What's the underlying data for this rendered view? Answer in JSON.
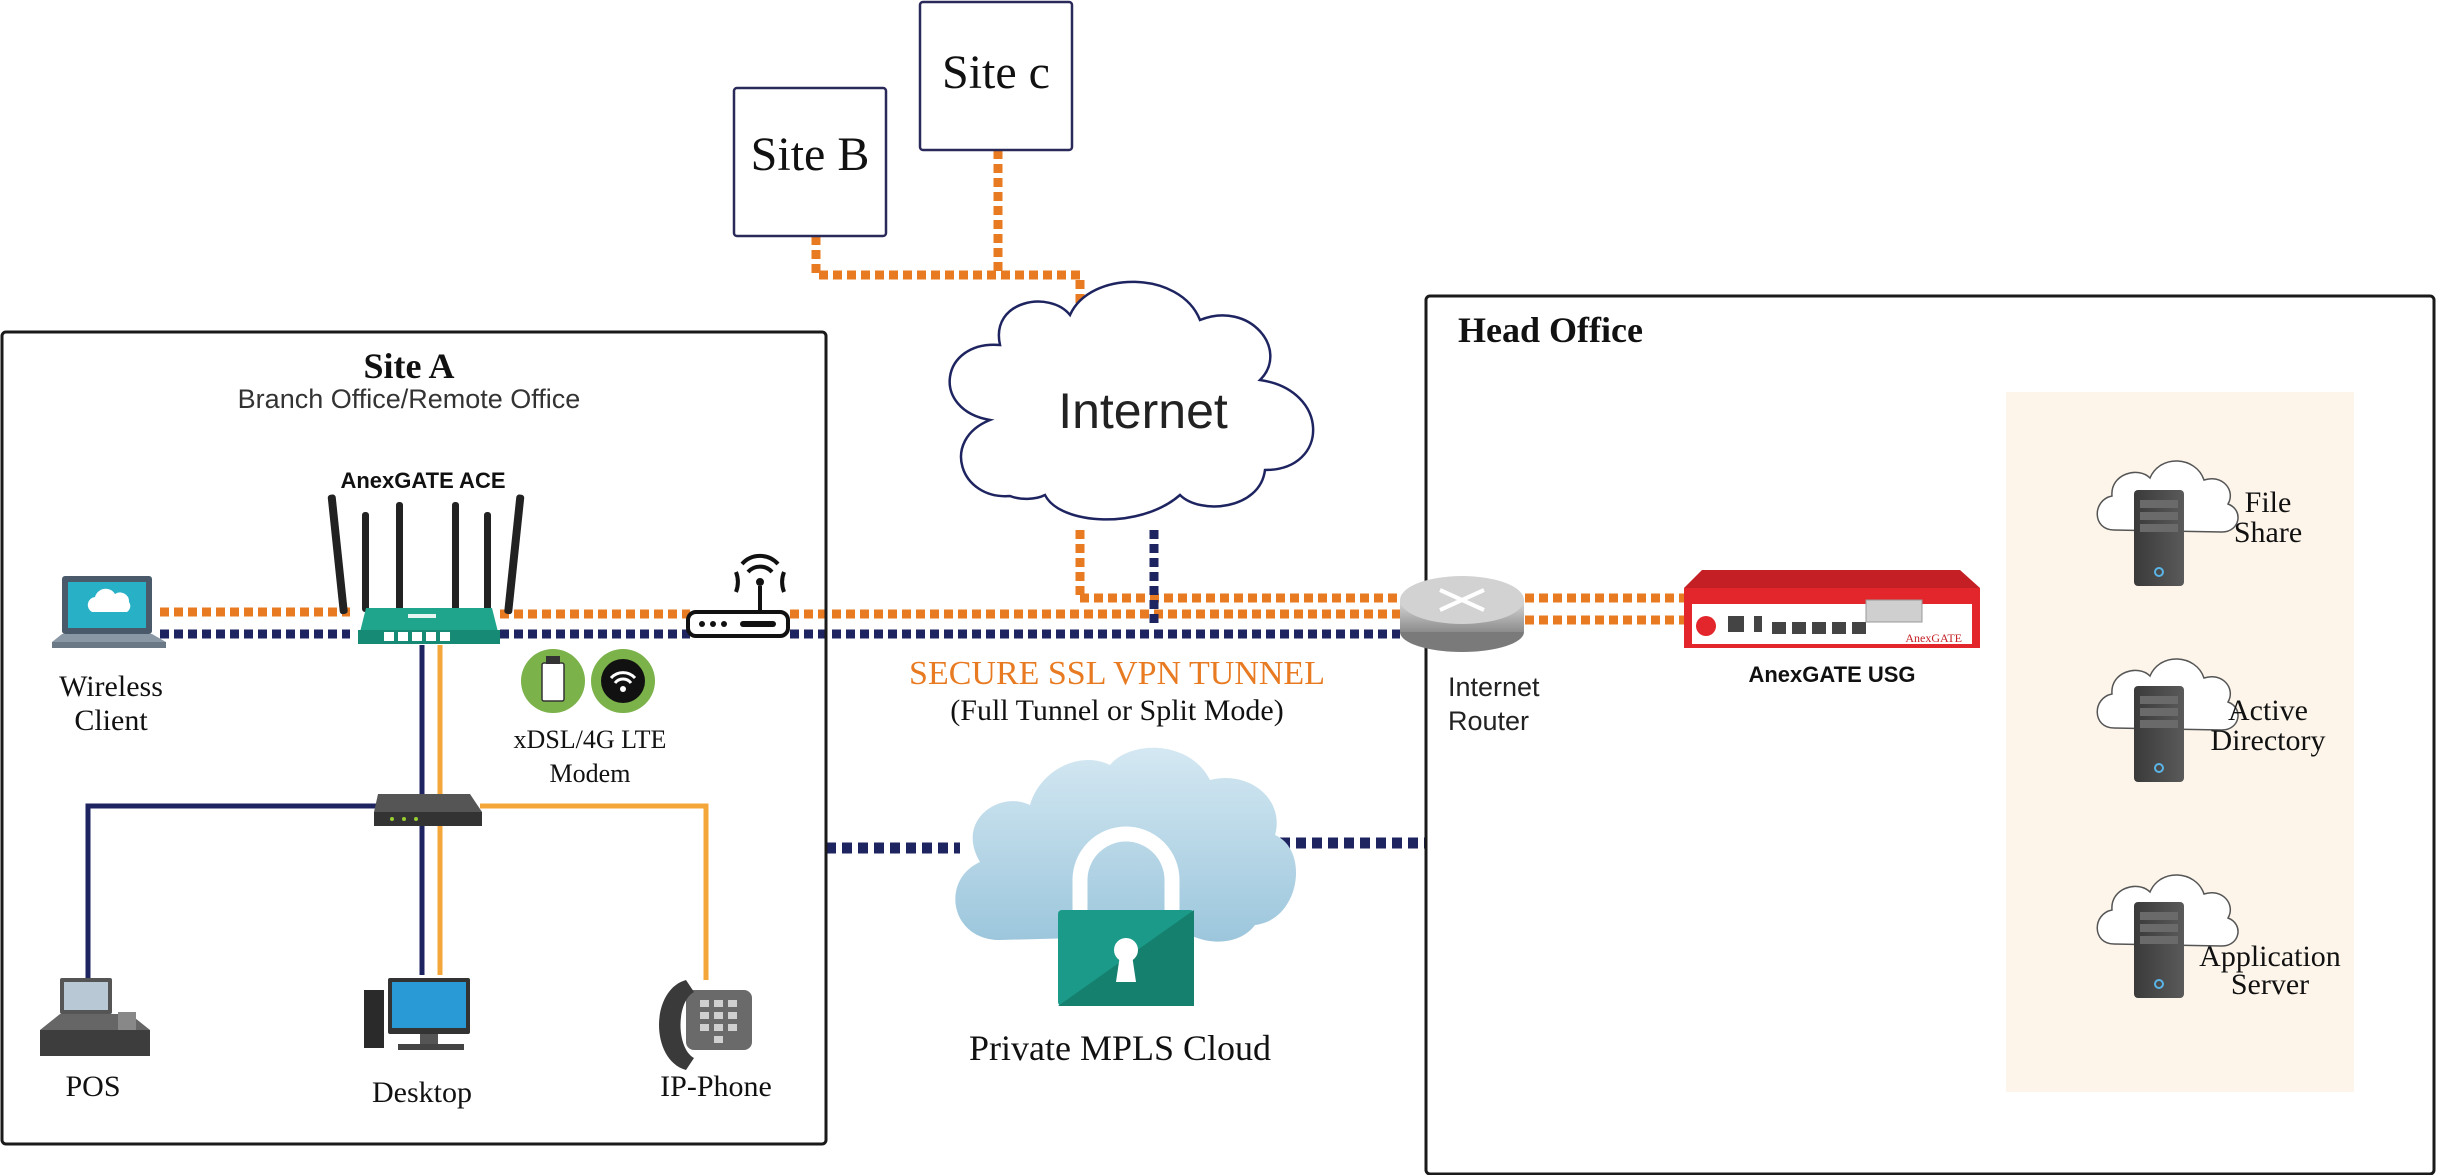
{
  "colors": {
    "orange": "#e87b22",
    "orange_light": "#f5a63a",
    "navy": "#1e2460",
    "box_border": "#1a1a1a",
    "site_box_border": "#2a2a5a",
    "server_panel": "#fdf5ea",
    "cloud_fill": "#b9d8e8",
    "lock_green": "#1b9a8a",
    "router_red": "#e3262b",
    "ace_teal": "#1fa58c"
  },
  "sites": {
    "site_b": "Site B",
    "site_c": "Site c"
  },
  "internet": {
    "label": "Internet"
  },
  "site_a": {
    "title": "Site A",
    "subtitle": "Branch Office/Remote Office",
    "ace_label": "AnexGATE ACE",
    "wireless_client_line1": "Wireless",
    "wireless_client_line2": "Client",
    "modem_line1": "xDSL/4G LTE",
    "modem_line2": "Modem",
    "pos": "POS",
    "desktop": "Desktop",
    "ip_phone": "IP-Phone"
  },
  "tunnel": {
    "title": "SECURE SSL VPN TUNNEL",
    "subtitle": "(Full Tunnel or Split Mode)"
  },
  "mpls": {
    "label": "Private MPLS Cloud"
  },
  "head_office": {
    "title": "Head Office",
    "router_line1": "Internet",
    "router_line2": "Router",
    "usg_label": "AnexGATE USG",
    "usg_brand": "AnexGATE",
    "servers": [
      {
        "line1": "File",
        "line2": "Share",
        "icon": "server-cloud-icon"
      },
      {
        "line1": "Active",
        "line2": "Directory",
        "icon": "server-cloud-icon"
      },
      {
        "line1": "Application",
        "line2": "Server",
        "icon": "server-cloud-icon"
      }
    ]
  }
}
